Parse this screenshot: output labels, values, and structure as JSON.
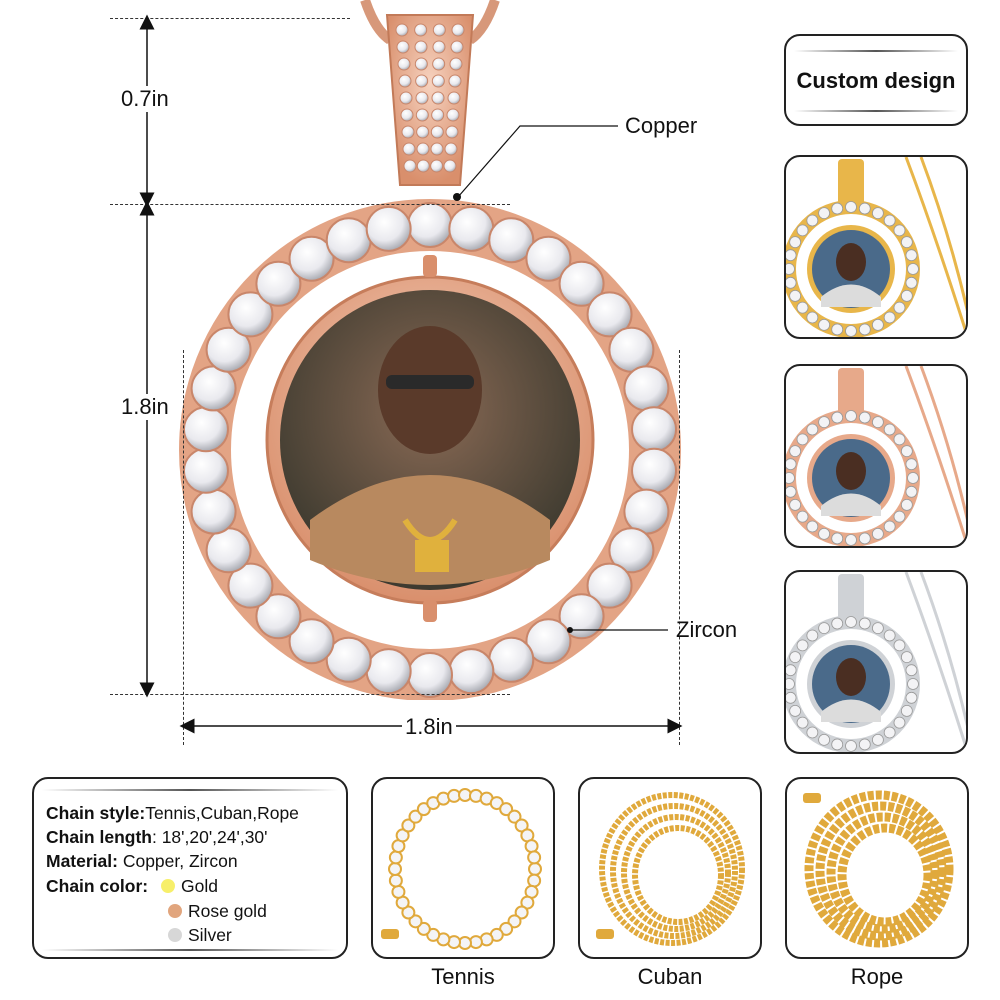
{
  "dimensions": {
    "bail_height": "0.7in",
    "pendant_height": "1.8in",
    "pendant_width": "1.8in"
  },
  "callouts": {
    "copper": "Copper",
    "zircon": "Zircon"
  },
  "custom_design": {
    "title": "Custom design"
  },
  "variants": [
    {
      "color_name": "gold",
      "metal": "#e8b64a"
    },
    {
      "color_name": "rose-gold",
      "metal": "#e7a98a"
    },
    {
      "color_name": "silver",
      "metal": "#cfd2d6"
    }
  ],
  "specs": {
    "chain_style_label": "Chain style:",
    "chain_style_value": "Tennis,Cuban,Rope",
    "chain_length_label": "Chain length",
    "chain_length_value": ": 18',20',24',30'",
    "material_label": "Material:",
    "material_value": " Copper, Zircon",
    "chain_color_label": "Chain color:",
    "colors": [
      {
        "name": "Gold",
        "hex": "#f7ef6a"
      },
      {
        "name": "Rose gold",
        "hex": "#e1a57d"
      },
      {
        "name": "Silver",
        "hex": "#d7d7d7"
      }
    ]
  },
  "chains": [
    {
      "name": "Tennis"
    },
    {
      "name": "Cuban"
    },
    {
      "name": "Rope"
    }
  ],
  "colors": {
    "rose_gold": "#e9b395",
    "gold": "#e0a93c",
    "zircon": "#f4f4f6",
    "border": "#222222"
  }
}
